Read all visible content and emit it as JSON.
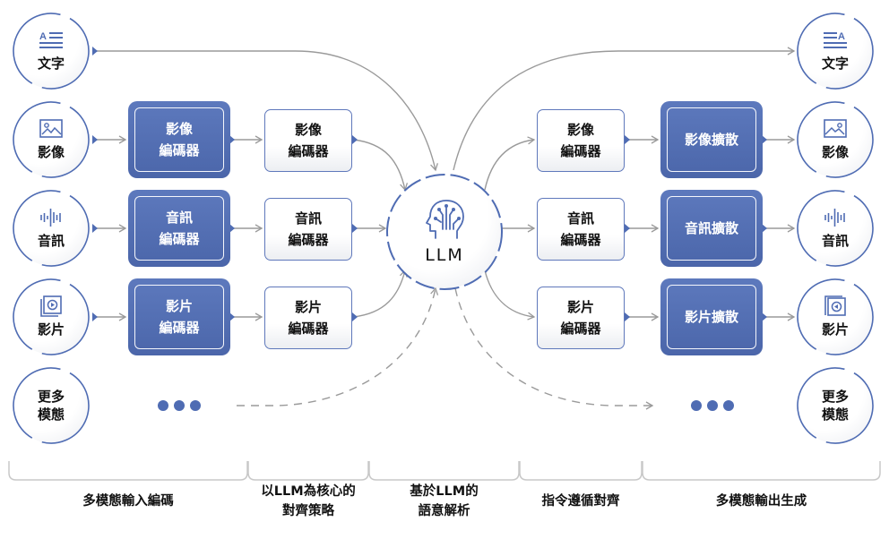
{
  "colors": {
    "accent": "#4f6cb3",
    "wire": "#9a9a9a",
    "bracket": "#c8c8c8"
  },
  "inputs": [
    {
      "label": "文字",
      "icon": "text-icon"
    },
    {
      "label": "影像",
      "icon": "image-icon"
    },
    {
      "label": "音訊",
      "icon": "audio-waveform-icon"
    },
    {
      "label": "影片",
      "icon": "video-play-icon"
    },
    {
      "label": "更多\n模態",
      "line1": "更多",
      "line2": "模態"
    }
  ],
  "input_encoders": [
    {
      "line1": "影像",
      "line2": "編碼器"
    },
    {
      "line1": "音訊",
      "line2": "編碼器"
    },
    {
      "line1": "影片",
      "line2": "編碼器"
    }
  ],
  "projectors_in": [
    {
      "line1": "影像",
      "line2": "編碼器"
    },
    {
      "line1": "音訊",
      "line2": "編碼器"
    },
    {
      "line1": "影片",
      "line2": "編碼器"
    }
  ],
  "core": {
    "label": "LLM",
    "icon": "brain-circuit-icon"
  },
  "projectors_out": [
    {
      "line1": "影像",
      "line2": "編碼器"
    },
    {
      "line1": "音訊",
      "line2": "編碼器"
    },
    {
      "line1": "影片",
      "line2": "編碼器"
    }
  ],
  "generators": [
    {
      "label": "影像擴散"
    },
    {
      "label": "音訊擴散"
    },
    {
      "label": "影片擴散"
    }
  ],
  "outputs": [
    {
      "label": "文字",
      "icon": "text-icon"
    },
    {
      "label": "影像",
      "icon": "image-icon"
    },
    {
      "label": "音訊",
      "icon": "audio-waveform-icon"
    },
    {
      "label": "影片",
      "icon": "video-play-icon"
    },
    {
      "line1": "更多",
      "line2": "模態"
    }
  ],
  "stages": [
    {
      "line1": "多模態輸入編碼"
    },
    {
      "line1": "以LLM為核心的",
      "line2": "對齊策略"
    },
    {
      "line1": "基於LLM的",
      "line2": "語意解析"
    },
    {
      "line1": "指令遵循對齊"
    },
    {
      "line1": "多模態輸出生成"
    }
  ]
}
